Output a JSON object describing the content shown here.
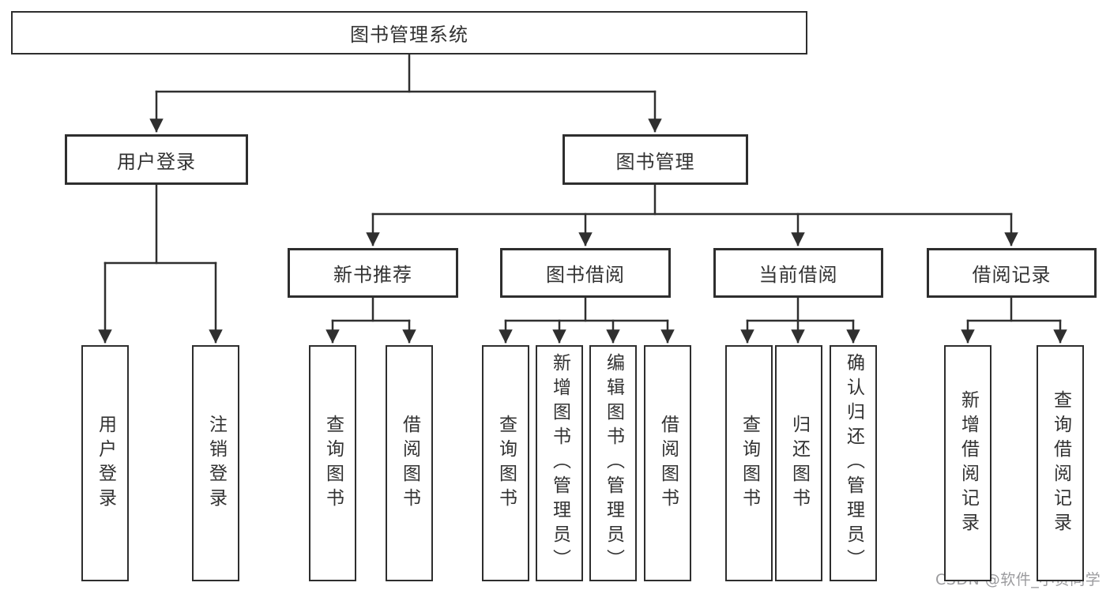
{
  "tree": {
    "label": "图书管理系统",
    "children": [
      {
        "label": "用户登录",
        "children": [
          {
            "label": "用户登录"
          },
          {
            "label": "注销登录"
          }
        ]
      },
      {
        "label": "图书管理",
        "children": [
          {
            "label": "新书推荐",
            "children": [
              {
                "label": "查询图书"
              },
              {
                "label": "借阅图书"
              }
            ]
          },
          {
            "label": "图书借阅",
            "children": [
              {
                "label": "查询图书"
              },
              {
                "label": "新增图书（管理员）"
              },
              {
                "label": "编辑图书（管理员）"
              },
              {
                "label": "借阅图书"
              }
            ]
          },
          {
            "label": "当前借阅",
            "children": [
              {
                "label": "查询图书"
              },
              {
                "label": "归还图书"
              },
              {
                "label": "确认归还（管理员）"
              }
            ]
          },
          {
            "label": "借阅记录",
            "children": [
              {
                "label": "新增借阅记录"
              },
              {
                "label": "查询借阅记录"
              }
            ]
          }
        ]
      }
    ]
  },
  "watermark": {
    "text": "CSDN @软件_小贺同学"
  },
  "colors": {
    "line": "#2f2f2f",
    "box_border": "#2e2e2e",
    "text": "#323232",
    "watermark": "#9b9b9e",
    "background": "#ffffff"
  }
}
